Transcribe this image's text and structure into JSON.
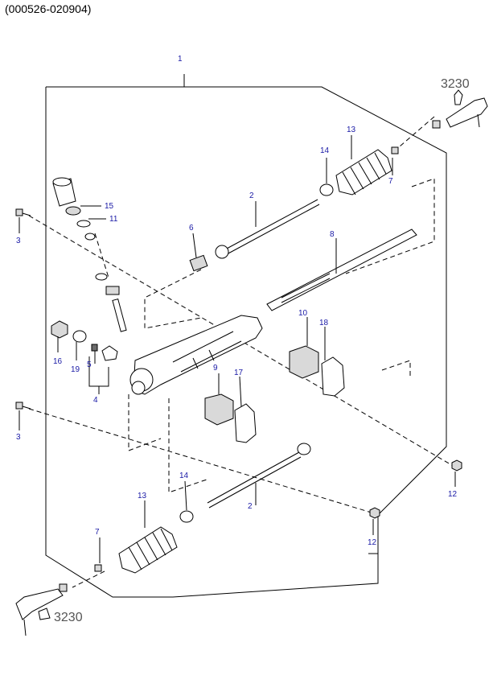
{
  "header": {
    "code": "(000526-020904)"
  },
  "callouts": {
    "c1": "1",
    "c2a": "2",
    "c2b": "2",
    "c3a": "3",
    "c3b": "3",
    "c4": "4",
    "c5": "5",
    "c6": "6",
    "c7a": "7",
    "c7b": "7",
    "c8": "8",
    "c9": "9",
    "c10": "10",
    "c11": "11",
    "c12a": "12",
    "c12b": "12",
    "c13a": "13",
    "c13b": "13",
    "c14a": "14",
    "c14b": "14",
    "c15": "15",
    "c16": "16",
    "c17": "17",
    "c18": "18",
    "c19": "19",
    "ref_top": "3230",
    "ref_bottom": "3230"
  }
}
